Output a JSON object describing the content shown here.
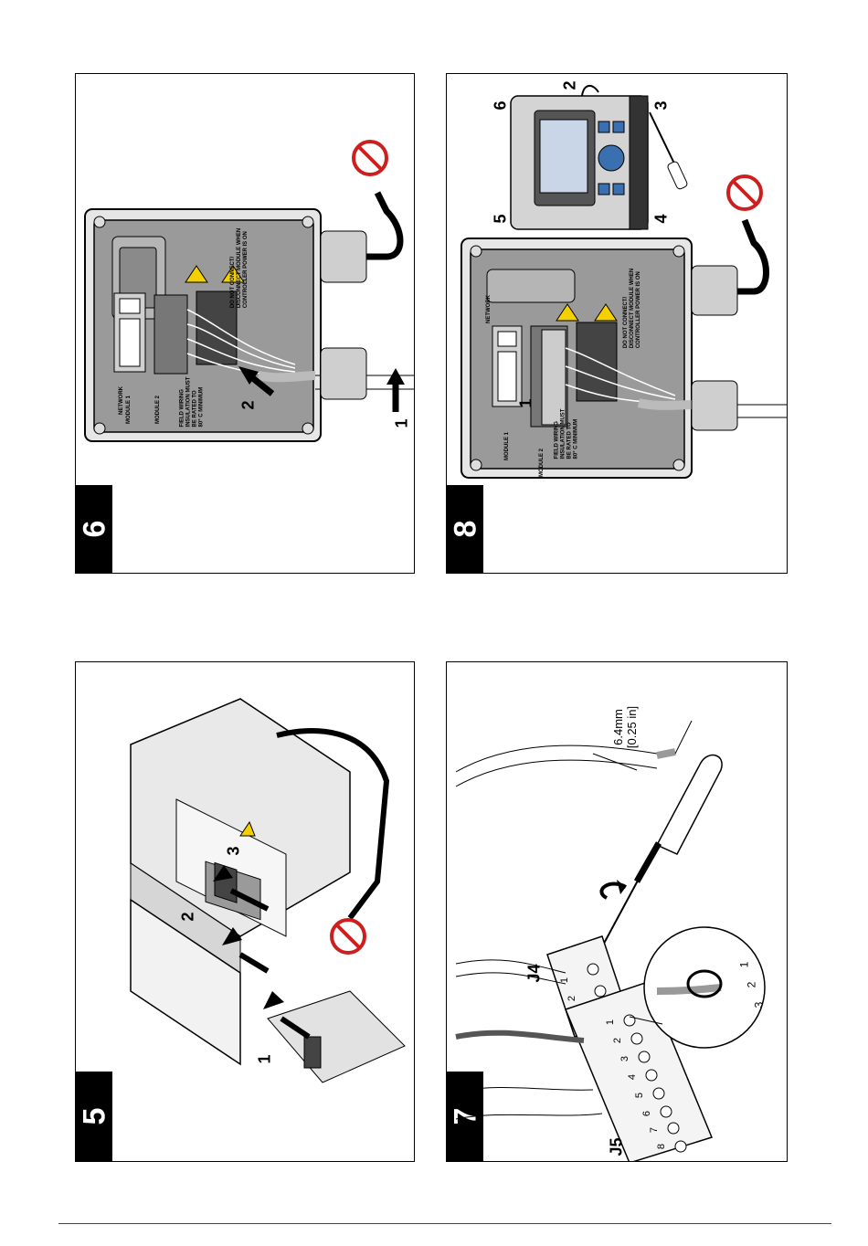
{
  "panels": {
    "p5": {
      "step": "5",
      "callouts": [
        "1",
        "2",
        "3"
      ]
    },
    "p6": {
      "step": "6",
      "callouts": [
        "1",
        "2"
      ],
      "labels": {
        "network": "NETWORK",
        "module1": "MODULE 1",
        "module2": "MODULE 2",
        "field_wiring": [
          "FIELD WIRING",
          "INSULATION MUST",
          "BE RATED TO",
          "80° C MINIMUM"
        ],
        "warning": [
          "DO NOT CONNECT/",
          "DISCONNECT MODULE WHEN",
          "CONTROLLER POWER IS ON"
        ]
      }
    },
    "p7": {
      "step": "7",
      "dimension": [
        "6.4mm",
        "[0.25 in]"
      ],
      "connector_j4": "J4",
      "connector_j5": "J5",
      "j4_pins": [
        "1",
        "2"
      ],
      "j5_pins": [
        "1",
        "2",
        "3",
        "4",
        "5",
        "6",
        "7",
        "8"
      ],
      "detail_pins": [
        "1",
        "2",
        "3"
      ]
    },
    "p8": {
      "step": "8",
      "callouts": [
        "1",
        "2",
        "3",
        "4",
        "5",
        "6"
      ],
      "labels": {
        "network": "NETWORK",
        "module1": "MODULE 1",
        "module2": "MODULE 2",
        "field_wiring": [
          "FIELD WIRING",
          "INSULATION MUST",
          "BE RATED TO",
          "80° C MINIMUM"
        ],
        "warning": [
          "DO NOT CONNECT/",
          "DISCONNECT MODULE WHEN",
          "CONTROLLER POWER IS ON"
        ]
      }
    }
  }
}
